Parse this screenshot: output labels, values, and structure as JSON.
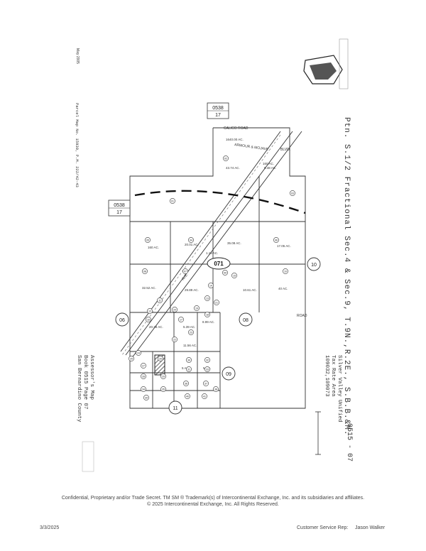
{
  "map": {
    "title": "Ptn. S.1/2 Fractional Sec.4 & Sec.9, T.9N.,R.2E., S.B.B.&M.",
    "district": "Silver Valley Unified",
    "tax_rate_area": "Tax Rate Area",
    "tra_numbers": "109032,109073",
    "map_number": "0515 - 07",
    "assessor_lines": [
      "Assessor's Map",
      "Book 0515 Page 07",
      "San Bernardino County"
    ],
    "date_label": "May 2005",
    "parcel_map_note": "Parcel Map No. 15930, P.M. 222/42-43",
    "roads": {
      "calico": "CALICO ROAD",
      "mojave": "ARMOUR & MOJAVE",
      "blvd": "BLVD.",
      "ave": "AVE.",
      "road": "ROAD"
    },
    "book_refs": [
      {
        "book": "0538",
        "page": "17"
      },
      {
        "book": "0538",
        "page": "17"
      }
    ],
    "circle_refs": [
      "06",
      "08",
      "09",
      "10",
      "11"
    ],
    "center_page": "071",
    "acreages": [
      "1640.00 AC.",
      "43.74 AC.",
      "160 AC.",
      "5.48 AC.",
      "160 AC.",
      "20.01 AC.",
      "35.08 AC.",
      "17.05 AC.",
      "1.19 AC.",
      "32.52 AC.",
      "29.89 AC.",
      "10.61 AC.",
      "40 AC.",
      "20.28 AC.",
      "5.39 AC.",
      "8.99 AC.",
      "11.56 AC.",
      "5 AC.",
      "5 AC."
    ],
    "parcel_numbers": [
      "01",
      "02",
      "03",
      "04",
      "05",
      "06",
      "07",
      "08",
      "09",
      "10",
      "11",
      "12",
      "13",
      "14",
      "15",
      "16",
      "17",
      "18",
      "19",
      "20",
      "21",
      "22",
      "23",
      "24",
      "25",
      "26",
      "27",
      "28",
      "29",
      "30",
      "31",
      "32",
      "33",
      "34",
      "35",
      "36",
      "37",
      "38",
      "39",
      "40",
      "41"
    ]
  },
  "footer": {
    "line1": "Confidential, Proprietary and/or Trade Secret.  TM SM ® Trademark(s) of Intercontinental Exchange, Inc. and its subsidiaries and affiliates.",
    "line2": "© 2025 Intercontinental Exchange, Inc. All Rights Reserved.",
    "date": "3/3/2025",
    "rep_label": "Customer Service Rep:",
    "rep_name": "Jason Walker"
  }
}
